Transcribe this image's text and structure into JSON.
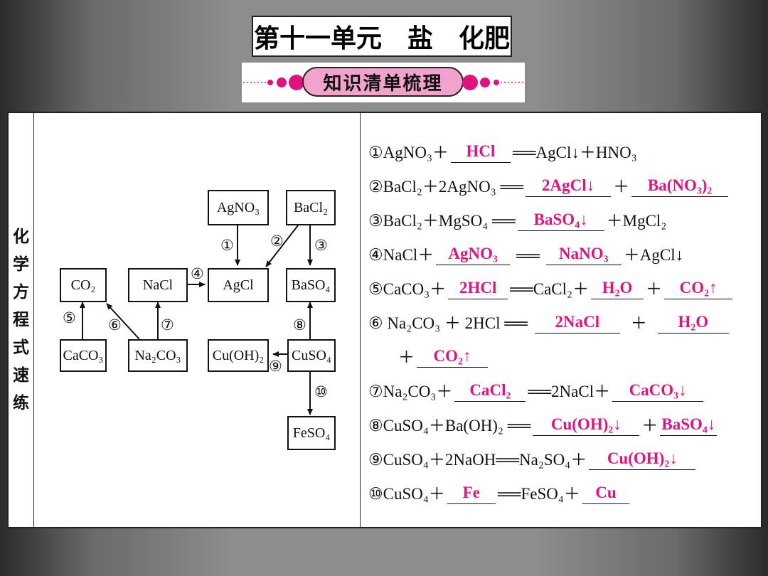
{
  "header": {
    "title": "第十一单元　盐　化肥",
    "banner": "知识清单梳理"
  },
  "side_label": [
    "化",
    "学",
    "方",
    "程",
    "式",
    "速",
    "练"
  ],
  "diagram": {
    "nodes": {
      "agno3": "AgNO₃",
      "bacl2": "BaCl₂",
      "co2": "CO₂",
      "nacl": "NaCl",
      "agcl": "AgCl",
      "baso4": "BaSO₄",
      "caco3": "CaCO₃",
      "na2co3": "Na₂CO₃",
      "cuoh2": "Cu(OH)₂",
      "cuso4": "CuSO₄",
      "feso4": "FeSO₄"
    },
    "labels": [
      "①",
      "②",
      "③",
      "④",
      "⑤",
      "⑥",
      "⑦",
      "⑧",
      "⑨",
      "⑩"
    ]
  },
  "equations": [
    {
      "pre": "①AgNO₃＋",
      "a1": "HCl",
      "mid": "══AgCl↓＋HNO₃"
    },
    {
      "pre": "②BaCl₂＋2AgNO₃ ══",
      "a1": "2AgCl↓",
      "mid": "＋",
      "a2": "Ba(NO₃)₂"
    },
    {
      "pre": "③BaCl₂＋MgSO₄ ══",
      "a1": "BaSO₄↓",
      "mid": "＋MgCl₂"
    },
    {
      "pre": "④NaCl＋",
      "a1": "AgNO₃",
      "mid": "══",
      "a2": "NaNO₃",
      "post": "＋AgCl↓"
    },
    {
      "pre": "⑤CaCO₃＋",
      "a1": "2HCl",
      "mid": "══CaCl₂＋",
      "a2": "H₂O",
      "mid2": "＋",
      "a3": "CO₂↑"
    },
    {
      "pre": "⑥ Na₂CO₃ ＋ 2HCl ══",
      "a1": "2NaCl",
      "mid": "＋",
      "a2": "H₂O"
    },
    {
      "pre": "＋",
      "a1": "CO₂↑"
    },
    {
      "pre": "⑦Na₂CO₃＋",
      "a1": "CaCl₂",
      "mid": "══2NaCl＋",
      "a2": "CaCO₃↓"
    },
    {
      "pre": "⑧CuSO₄＋Ba(OH)₂ ══",
      "a1": "Cu(OH)₂↓",
      "mid": "＋",
      "a2": "BaSO₄↓"
    },
    {
      "pre": "⑨CuSO₄＋2NaOH══Na₂SO₄＋",
      "a1": "Cu(OH)₂↓"
    },
    {
      "pre": "⑩CuSO₄＋",
      "a1": "Fe",
      "mid": "══FeSO₄＋",
      "a2": "Cu"
    }
  ],
  "colors": {
    "answer": "#e0127f",
    "banner_pill": "#f2a3cd"
  }
}
